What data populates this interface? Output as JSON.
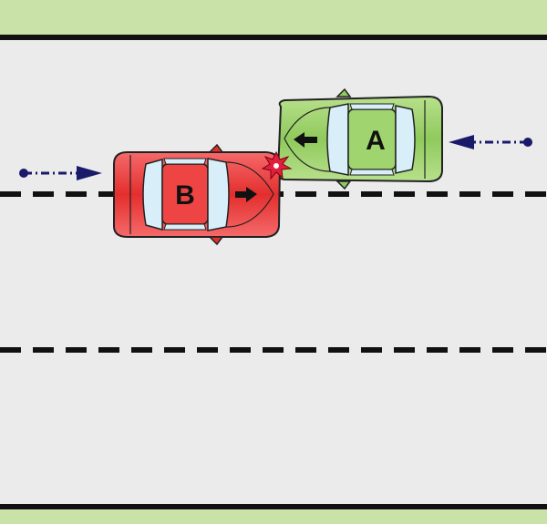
{
  "colors": {
    "grass": "#c8e2a8",
    "road": "#ebebeb",
    "edge_line": "#111111",
    "lane_dash": "#111111",
    "car_a_body": "#9fd46f",
    "car_a_dark": "#6fae45",
    "car_b_body": "#ee4444",
    "car_b_dark": "#c11f1f",
    "glass": "#d8eef8",
    "path_arrow": "#1a1a6b",
    "impact": "#e01f3d"
  },
  "cars": [
    {
      "id": "car-a",
      "label": "A",
      "heading": "left",
      "icon": "arrow-left-icon"
    },
    {
      "id": "car-b",
      "label": "B",
      "heading": "right",
      "icon": "arrow-right-icon"
    }
  ],
  "paths": [
    {
      "id": "car-b-path",
      "direction": "right",
      "icon": "dashed-arrow-right-icon"
    },
    {
      "id": "car-a-path",
      "direction": "left",
      "icon": "dashed-arrow-left-icon"
    }
  ],
  "impact": {
    "icon": "collision-star-icon"
  }
}
